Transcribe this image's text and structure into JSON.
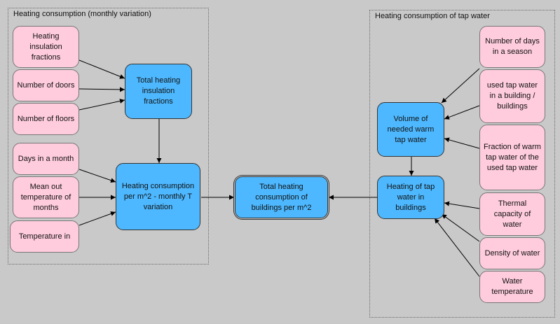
{
  "groups": {
    "monthly": {
      "title": "Heating consumption (monthly variation)"
    },
    "tap": {
      "title": "Heating consumption of tap water"
    }
  },
  "nodes": {
    "heating_insulation_fractions": "Heating insulation fractions",
    "number_of_doors": "Number of doors",
    "number_of_floors": "Number of floors",
    "days_in_a_month": "Days in a month",
    "mean_out_temperature": "Mean out temperature of months",
    "temperature_in": "Temperature in",
    "total_heating_insulation_fractions": "Total heating insulation fractions",
    "heating_consumption_per_m2": "Heating consumption per m^2 - monthly T variation",
    "total_heating_consumption": "Total heating consumption of buildings per m^2",
    "number_of_days_in_season": "Number of days in a season",
    "used_tap_water": "used tap water in a building / buildings",
    "fraction_warm_tap_water": "Fraction of warm tap water of the used tap water",
    "thermal_capacity": "Thermal capacity of water",
    "density_of_water": "Density of water",
    "water_temperature": "Water temperature",
    "volume_needed_warm_tap_water": "Volume of needed warm tap water",
    "heating_of_tap_water": "Heating of tap water in buildings"
  },
  "colors": {
    "input_fill": "#ffccdd",
    "calc_fill": "#4db8ff",
    "background": "#c9c9c9"
  }
}
